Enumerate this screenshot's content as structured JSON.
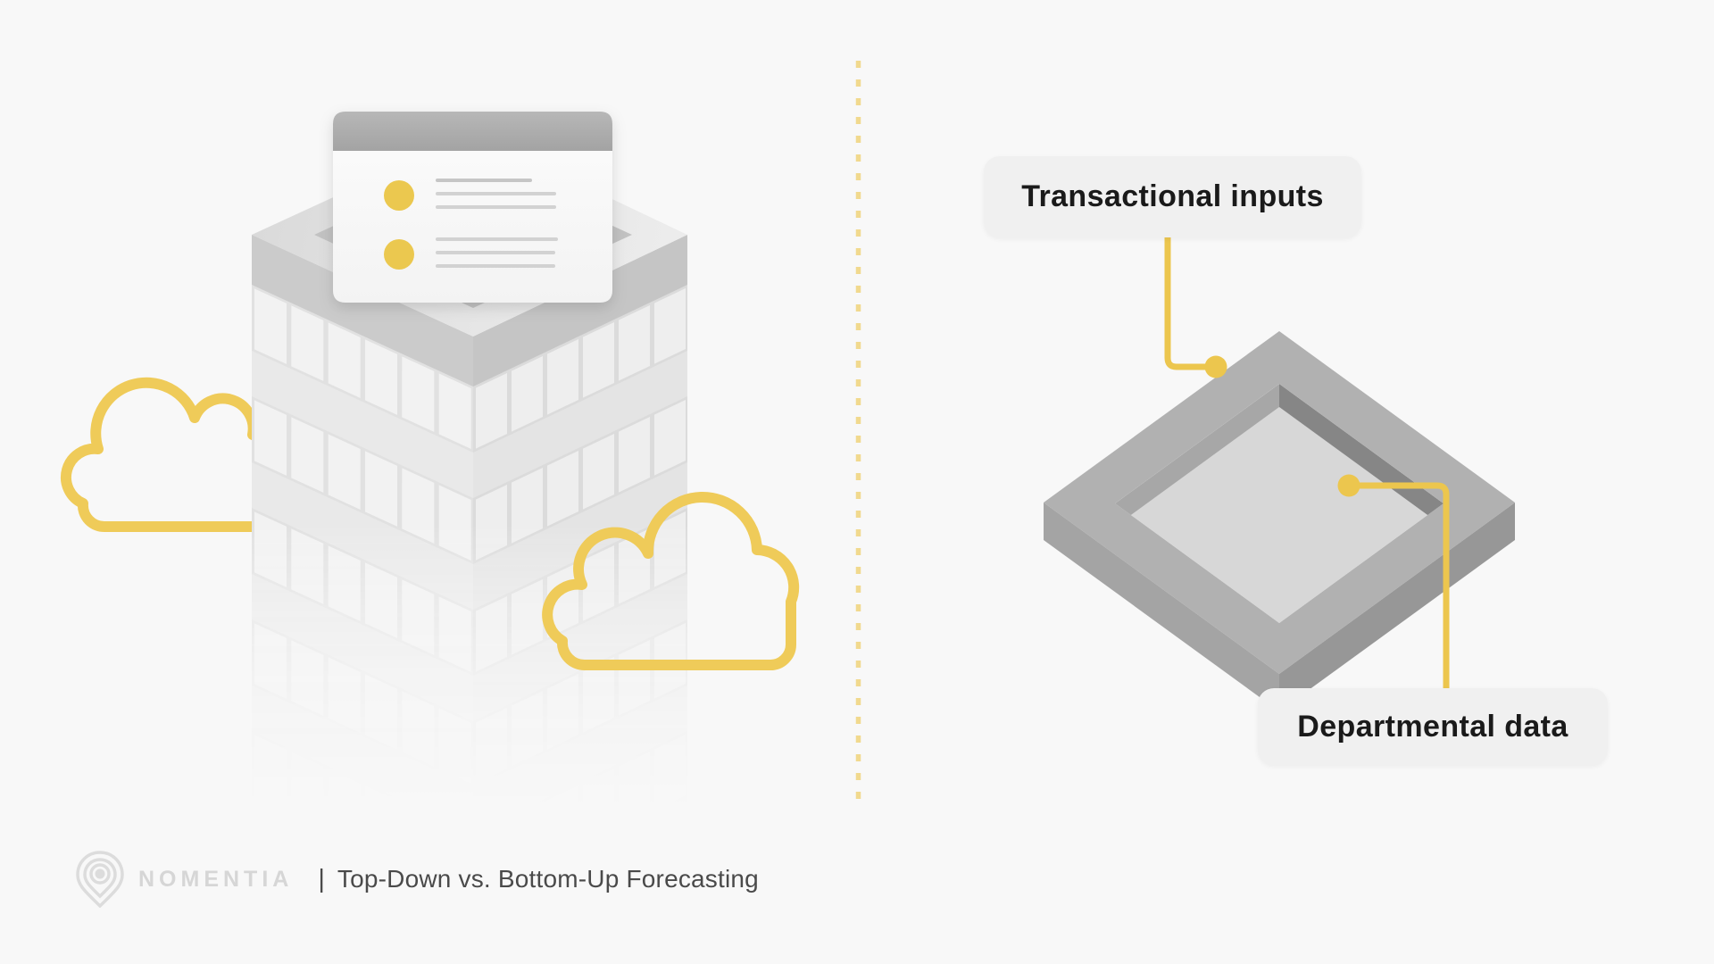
{
  "page": {
    "background_color": "#F8F8F8",
    "divider_style": "vertical dashed line",
    "divider_color": "#F1D98E"
  },
  "left_panel": {
    "illustration": "isometric office building with a document card emerging from a slot in the roof and two outlined clouds",
    "icons": [
      "building-illustration",
      "document-card-icon",
      "bullet-dot-icon",
      "cloud-icon-left",
      "cloud-icon-right"
    ],
    "accent_color": "#EBC850"
  },
  "right_panel": {
    "illustration": "isometric hollow tray frame collecting inputs",
    "icons": [
      "tray-illustration",
      "connector-dot-icon"
    ],
    "labels": {
      "transactional": "Transactional inputs",
      "departmental": "Departmental data"
    },
    "label_bg": "#F0F0F0",
    "label_text_color": "#1A1A1A",
    "connector_color": "#ECC64E"
  },
  "footer": {
    "brand": "NOMENTIA",
    "separator": "|",
    "title": "Top-Down vs. Bottom-Up Forecasting",
    "brand_color": "#D6D6D6",
    "title_color": "#4A4A4A",
    "logo_icon": "location-pin-icon"
  }
}
